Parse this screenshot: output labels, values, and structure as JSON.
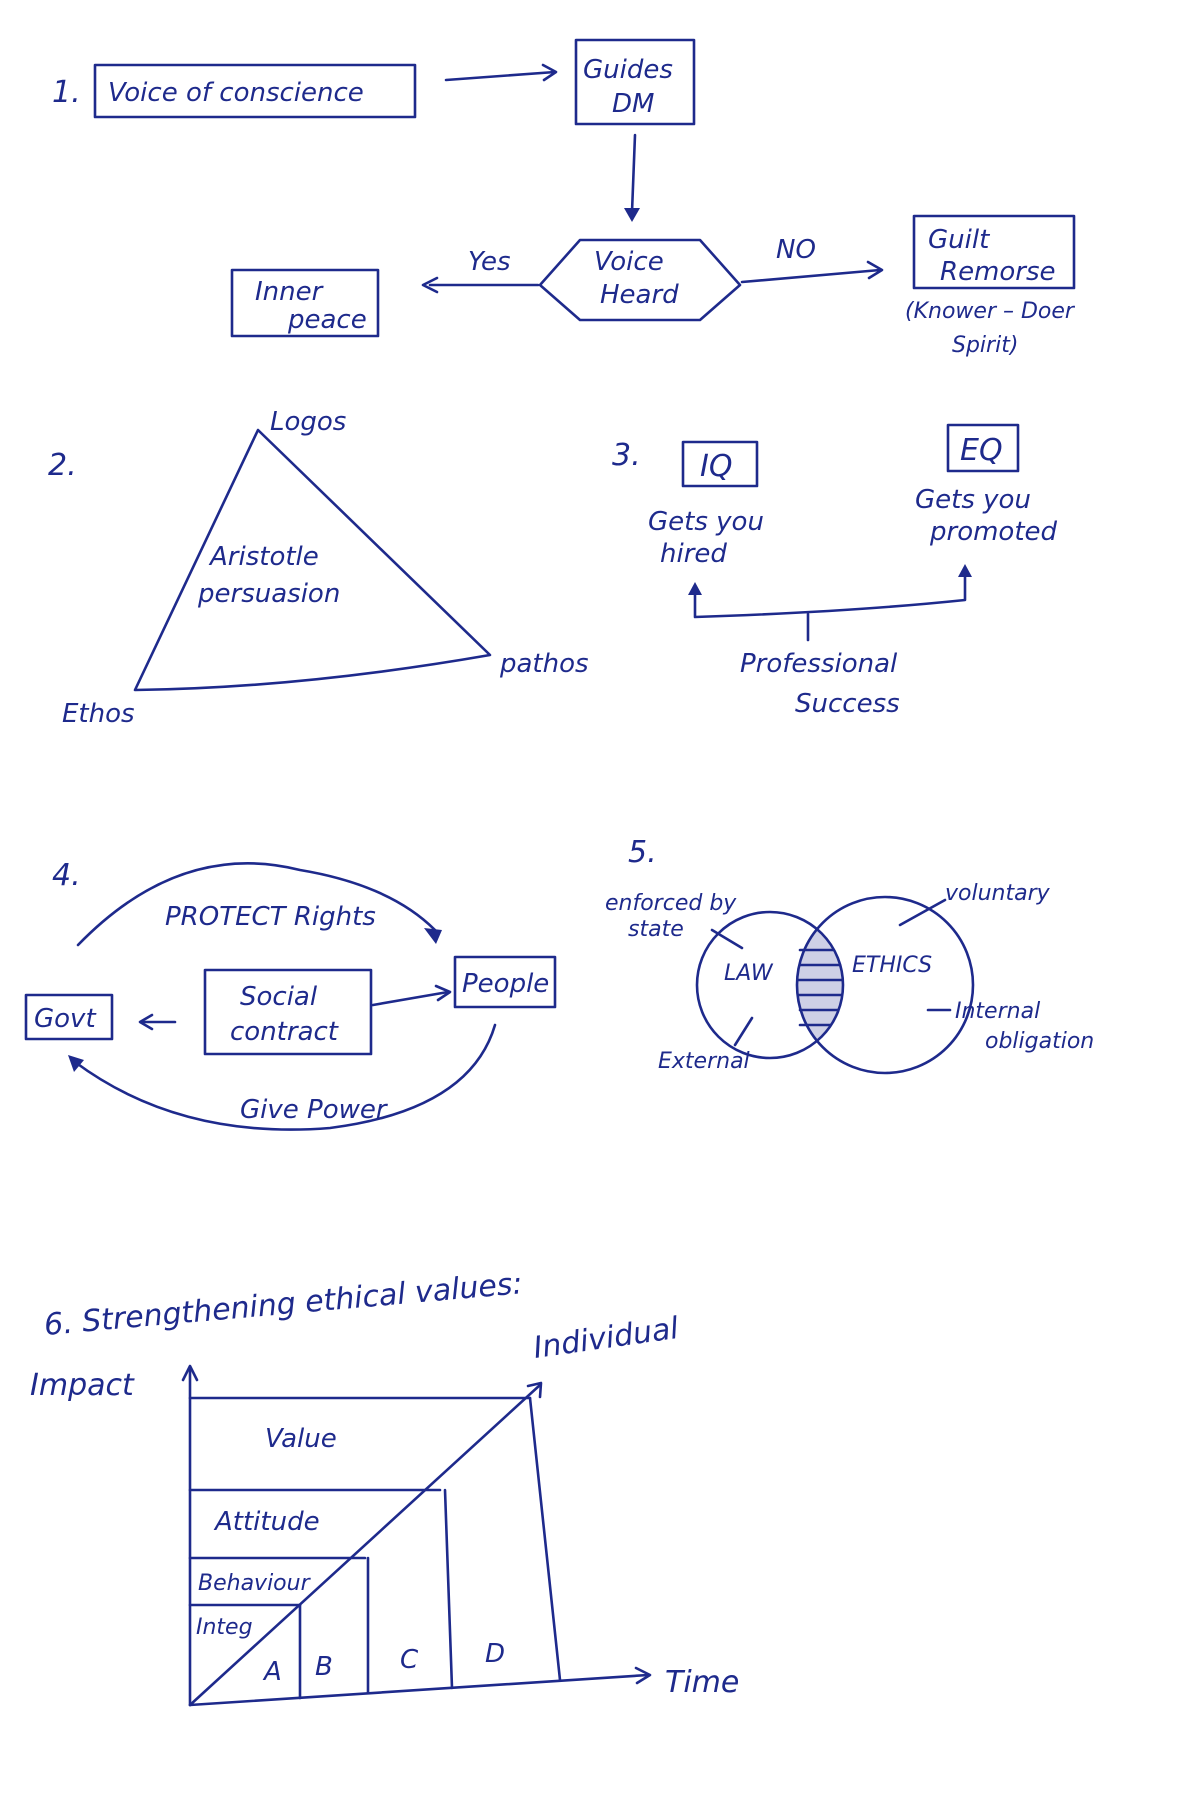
{
  "sections": {
    "s1": {
      "number": "1.",
      "box_voice": "Voice of conscience",
      "box_guides_line1": "Guides",
      "box_guides_line2": "DM",
      "diamond_line1": "Voice",
      "diamond_line2": "Heard",
      "yes_label": "Yes",
      "no_label": "NO",
      "inner_line1": "Inner",
      "inner_line2": "peace",
      "guilt_line1": "Guilt",
      "guilt_line2": "Remorse",
      "note_line1": "(Knower – Doer",
      "note_line2": "Spirit)"
    },
    "s2": {
      "number": "2.",
      "vertex_top": "Logos",
      "vertex_right": "pathos",
      "vertex_left": "Ethos",
      "center_line1": "Aristotle",
      "center_line2": "persuasion"
    },
    "s3": {
      "number": "3.",
      "box_iq": "IQ",
      "box_eq": "EQ",
      "iq_line1": "Gets you",
      "iq_line2": "hired",
      "eq_line1": "Gets you",
      "eq_line2": "promoted",
      "root_line1": "Professional",
      "root_line2": "Success"
    },
    "s4": {
      "number": "4.",
      "top_arc": "PROTECT Rights",
      "bottom_arc": "Give Power",
      "box_govt": "Govt",
      "box_people": "People",
      "box_center_line1": "Social",
      "box_center_line2": "contract"
    },
    "s5": {
      "number": "5.",
      "circle_left": "LAW",
      "circle_right": "ETHICS",
      "enforced_line1": "enforced by",
      "enforced_line2": "state",
      "external": "External",
      "voluntary": "voluntary",
      "internal_line1": "Internal",
      "internal_line2": "obligation"
    },
    "s6": {
      "title": "6. Strengthening ethical values:",
      "y_axis": "Impact",
      "x_axis": "Time",
      "diagonal": "Individual",
      "bands": [
        "Value",
        "Attitude",
        "Behaviour",
        "Integ"
      ],
      "columns": [
        "A",
        "B",
        "C",
        "D"
      ]
    }
  },
  "colors": {
    "ink": "#1e2a8c",
    "paper": "#ffffff"
  }
}
